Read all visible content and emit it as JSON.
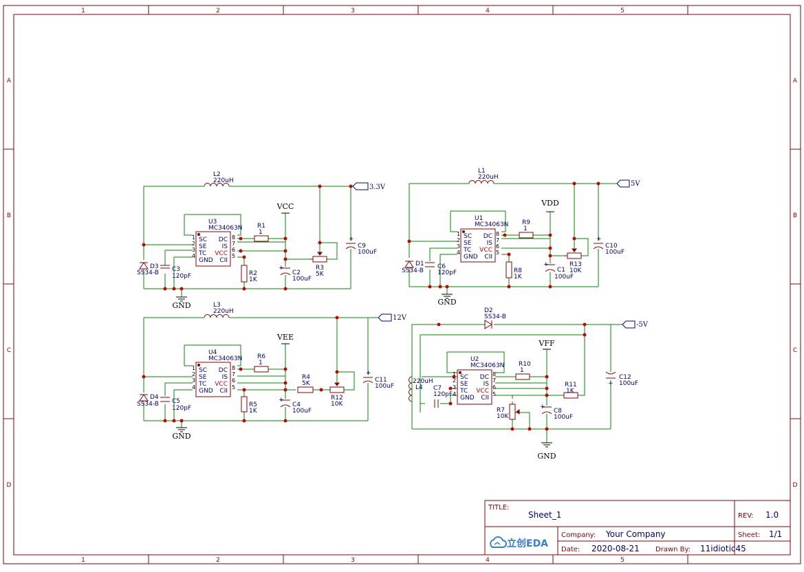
{
  "border": {
    "columns": [
      "1",
      "2",
      "3",
      "4",
      "5"
    ],
    "rows": [
      "A",
      "B",
      "C",
      "D"
    ]
  },
  "title_block": {
    "title_label": "TITLE:",
    "title": "Sheet_1",
    "rev_label": "REV:",
    "rev": "1.0",
    "company_label": "Company:",
    "company": "Your Company",
    "sheet_label": "Sheet:",
    "sheet": "1/1",
    "date_label": "Date:",
    "date": "2020-08-21",
    "drawn_by_label": "Drawn By:",
    "drawn_by": "11idiotic45",
    "logo_text": "立创EDA"
  },
  "ic_pins": {
    "left": [
      "SC",
      "SE",
      "TC",
      "GND"
    ],
    "right": [
      "DC",
      "IS",
      "VCC",
      "CII"
    ],
    "left_nums": [
      "1",
      "2",
      "3",
      "4"
    ],
    "right_nums": [
      "8",
      "7",
      "6",
      "5"
    ]
  },
  "circuit_33": {
    "inductor_ref": "L2",
    "inductor_val": "220uH",
    "ic_ref": "U3",
    "ic_val": "MC34063N",
    "r1_ref": "R1",
    "r1_val": "1",
    "r2_ref": "R2",
    "r2_val": "1K",
    "r3_ref": "R3",
    "r3_val": "5K",
    "c2_ref": "C2",
    "c2_val": "100uF",
    "c3_ref": "C3",
    "c3_val": "120pF",
    "c9_ref": "C9",
    "c9_val": "100uF",
    "d_ref": "D3",
    "d_val": "SS34-B",
    "rail": "VCC",
    "out": "3.3V",
    "gnd": "GND"
  },
  "circuit_5": {
    "inductor_ref": "L1",
    "inductor_val": "220uH",
    "ic_ref": "U1",
    "ic_val": "MC34063N",
    "r9_ref": "R9",
    "r9_val": "1",
    "r8_ref": "R8",
    "r8_val": "1K",
    "r13_ref": "R13",
    "r13_val": "10K",
    "c1_ref": "C1",
    "c1_val": "100uF",
    "c6_ref": "C6",
    "c6_val": "120pF",
    "c10_ref": "C10",
    "c10_val": "100uF",
    "d_ref": "D1",
    "d_val": "SS34-B",
    "rail": "VDD",
    "out": "5V",
    "gnd": "GND"
  },
  "circuit_12": {
    "inductor_ref": "L3",
    "inductor_val": "220uH",
    "ic_ref": "U4",
    "ic_val": "MC34063N",
    "r6_ref": "R6",
    "r6_val": "1",
    "r5_ref": "R5",
    "r5_val": "1K",
    "r4_ref": "R4",
    "r4_val": "5K",
    "r12_ref": "R12",
    "r12_val": "10K",
    "c4_ref": "C4",
    "c4_val": "100uF",
    "c5_ref": "C5",
    "c5_val": "120pF",
    "c11_ref": "C11",
    "c11_val": "100uF",
    "d_ref": "D4",
    "d_val": "SS34-B",
    "rail": "VEE",
    "out": "12V",
    "gnd": "GND"
  },
  "circuit_m5": {
    "inductor_ref": "L4",
    "inductor_val": "220uH",
    "ic_ref": "U2",
    "ic_val": "MC34063N",
    "r10_ref": "R10",
    "r10_val": "1",
    "r11_ref": "R11",
    "r11_val": "1K",
    "r7_ref": "R7",
    "r7_val": "10K",
    "c7_ref": "C7",
    "c7_val": "120pF",
    "c8_ref": "C8",
    "c8_val": "100uF",
    "c12_ref": "C12",
    "c12_val": "100uF",
    "d_ref": "D2",
    "d_val": "SS34-B",
    "rail": "VFF",
    "out": "-5V",
    "gnd": "GND"
  }
}
